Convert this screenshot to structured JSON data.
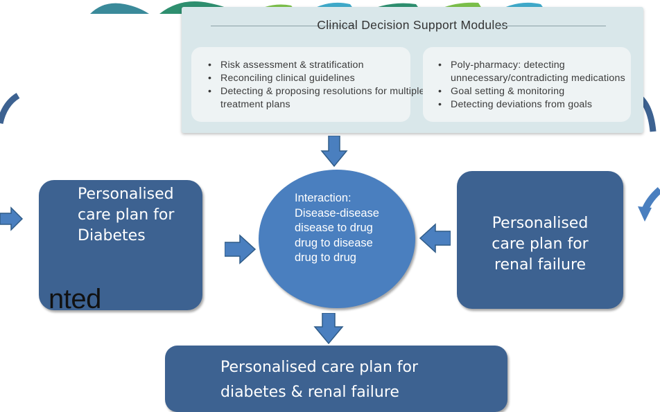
{
  "cds": {
    "title": "Clinical Decision Support Modules",
    "left_items": [
      "Risk assessment & stratification",
      "Reconciling clinical guidelines",
      "Detecting & proposing resolutions for multiple treatment plans"
    ],
    "right_items": [
      "Poly-pharmacy: detecting unnecessary/contradicting medications",
      "Goal setting & monitoring",
      "Detecting deviations from goals"
    ]
  },
  "plans": {
    "diabetes": [
      "Personalised",
      "care plan for",
      "Diabetes"
    ],
    "renal": [
      "Personalised",
      "care plan for",
      "renal failure"
    ],
    "combined": [
      "Personalised care plan for",
      "diabetes & renal failure"
    ]
  },
  "interaction": {
    "lines": [
      "Interaction:",
      "Disease-disease",
      "disease to drug",
      "drug to disease",
      "drug to drug"
    ]
  },
  "partial_text": "nted",
  "colors": {
    "box": "#3d6291",
    "circle": "#4a7fbf",
    "arrow": "#4a7fbf",
    "panel": "#d9e7ea"
  }
}
